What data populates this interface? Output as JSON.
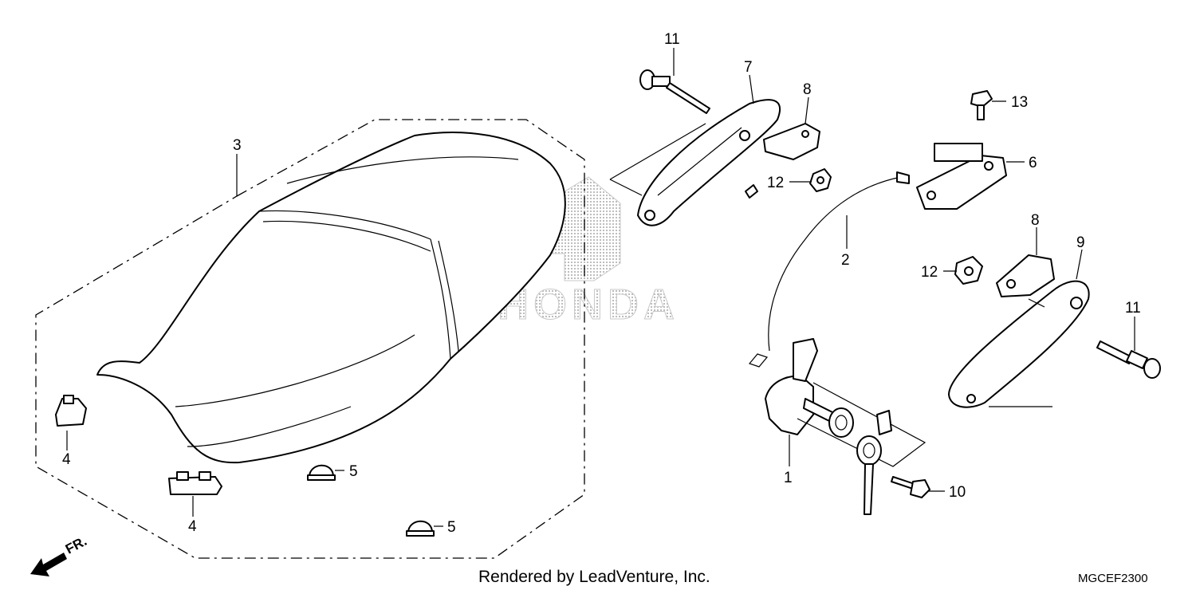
{
  "diagram": {
    "watermark": "HONDA",
    "credit": "Rendered by LeadVenture, Inc.",
    "diagram_code": "MGCEF2300",
    "direction_label": "FR.",
    "callouts": [
      {
        "id": "c1",
        "label": "1"
      },
      {
        "id": "c2",
        "label": "2"
      },
      {
        "id": "c3",
        "label": "3"
      },
      {
        "id": "c4a",
        "label": "4"
      },
      {
        "id": "c4b",
        "label": "4"
      },
      {
        "id": "c5a",
        "label": "5"
      },
      {
        "id": "c5b",
        "label": "5"
      },
      {
        "id": "c6",
        "label": "6"
      },
      {
        "id": "c7",
        "label": "7"
      },
      {
        "id": "c8a",
        "label": "8"
      },
      {
        "id": "c8b",
        "label": "8"
      },
      {
        "id": "c9",
        "label": "9"
      },
      {
        "id": "c10",
        "label": "10"
      },
      {
        "id": "c11a",
        "label": "11"
      },
      {
        "id": "c11b",
        "label": "11"
      },
      {
        "id": "c12a",
        "label": "12"
      },
      {
        "id": "c12b",
        "label": "12"
      },
      {
        "id": "c13",
        "label": "13"
      }
    ]
  }
}
